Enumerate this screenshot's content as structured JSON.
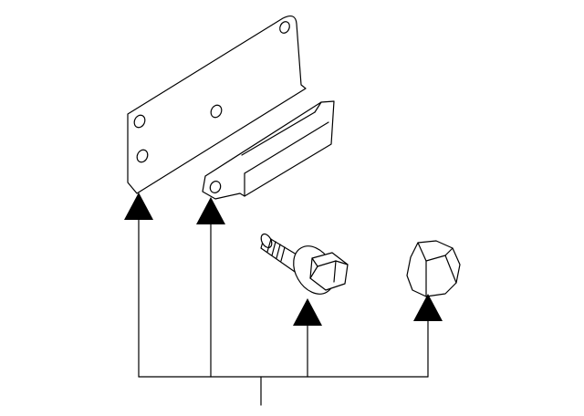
{
  "diagram": {
    "kind": "exploded-parts-illustration",
    "line_color": "#000000",
    "background": "#ffffff",
    "callout_marker": "filled-triangle-arrow",
    "parts": [
      {
        "name": "large-bracket-plate"
      },
      {
        "name": "small-bracket-plate"
      },
      {
        "name": "flange-bolt"
      },
      {
        "name": "hex-cap"
      }
    ]
  }
}
